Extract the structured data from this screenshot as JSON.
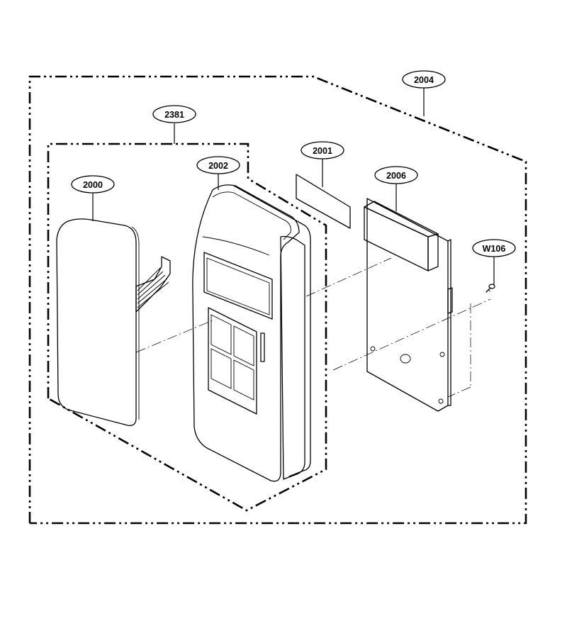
{
  "callouts": {
    "2004": "2004",
    "2381": "2381",
    "2002": "2002",
    "2000": "2000",
    "2001": "2001",
    "2006": "2006",
    "W106": "W106"
  }
}
